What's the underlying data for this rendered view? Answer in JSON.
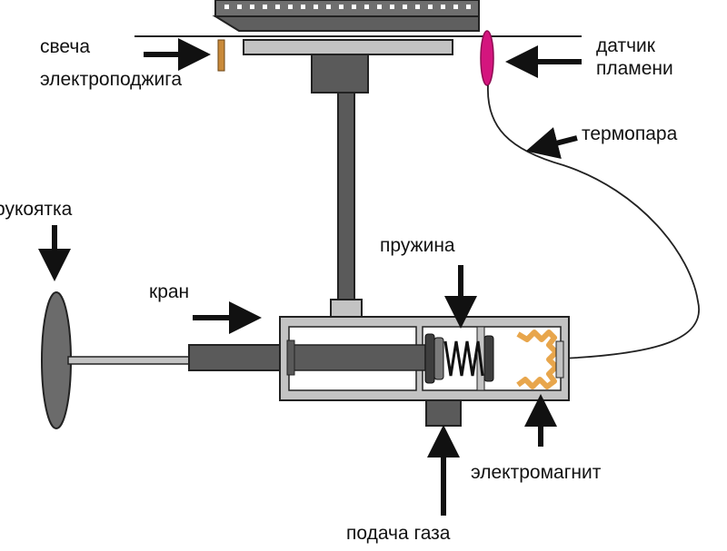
{
  "labels": {
    "spark_plug_line1": "свеча",
    "spark_plug_line2": "электроподжига",
    "flame_sensor_line1": "датчик",
    "flame_sensor_line2": "пламени",
    "thermocouple": "термопара",
    "handle": "рукоятка",
    "valve": "кран",
    "spring": "пружина",
    "electromagnet": "электромагнит",
    "gas_supply": "подача газа"
  },
  "colors": {
    "metal_light": "#c3c3c3",
    "metal_dark": "#5a5a5a",
    "outline": "#222222",
    "sensor": "#d4157e",
    "spark_plug": "#c98a3a",
    "magnet_coil": "#e8a64c"
  }
}
